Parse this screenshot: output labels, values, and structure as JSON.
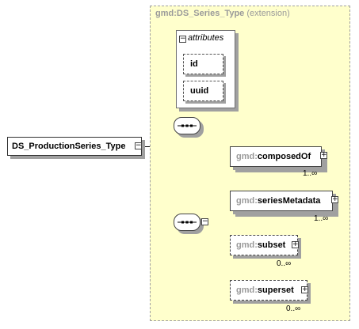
{
  "diagram": {
    "extension": {
      "prefix": "gmd:",
      "name": "DS_Series_Type",
      "suffix": " (extension)"
    },
    "attributes": {
      "title": "attributes",
      "items": [
        "id",
        "uuid"
      ]
    },
    "root": {
      "label": "DS_ProductionSeries_Type"
    },
    "elements": [
      {
        "prefix": "gmd:",
        "name": "composedOf",
        "cardinality": "1..∞",
        "optional": false,
        "multiple": true
      },
      {
        "prefix": "gmd:",
        "name": "seriesMetadata",
        "cardinality": "1..∞",
        "optional": false,
        "multiple": true
      },
      {
        "prefix": "gmd:",
        "name": "subset",
        "cardinality": "0..∞",
        "optional": true,
        "multiple": false
      },
      {
        "prefix": "gmd:",
        "name": "superset",
        "cardinality": "0..∞",
        "optional": true,
        "multiple": false
      }
    ],
    "colors": {
      "extension_background": "#ffffcc",
      "border": "#444444",
      "shadow": "#a0a0a0",
      "prefix_text": "#9a9a9a"
    }
  }
}
